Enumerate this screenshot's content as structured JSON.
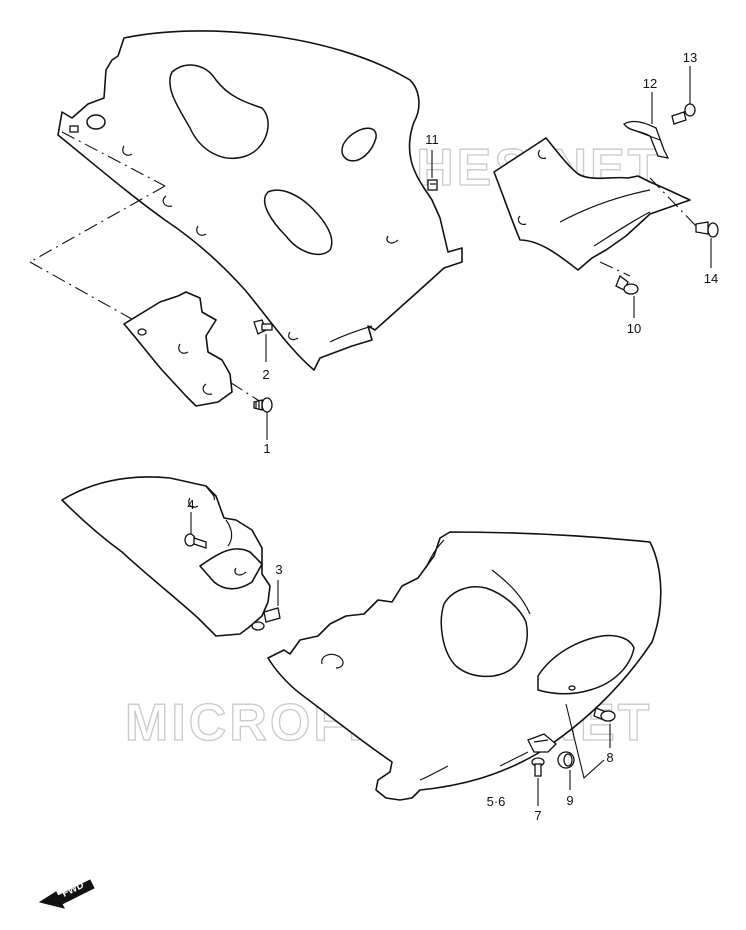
{
  "watermark": "MICROFICHES.NET",
  "fwd_label": "FWD",
  "callouts": {
    "c1": "1",
    "c2": "2",
    "c3": "3",
    "c4": "4",
    "c5_6": "5·6",
    "c7": "7",
    "c8": "8",
    "c9": "9",
    "c10": "10",
    "c11": "11",
    "c12": "12",
    "c13": "13",
    "c14": "14"
  }
}
